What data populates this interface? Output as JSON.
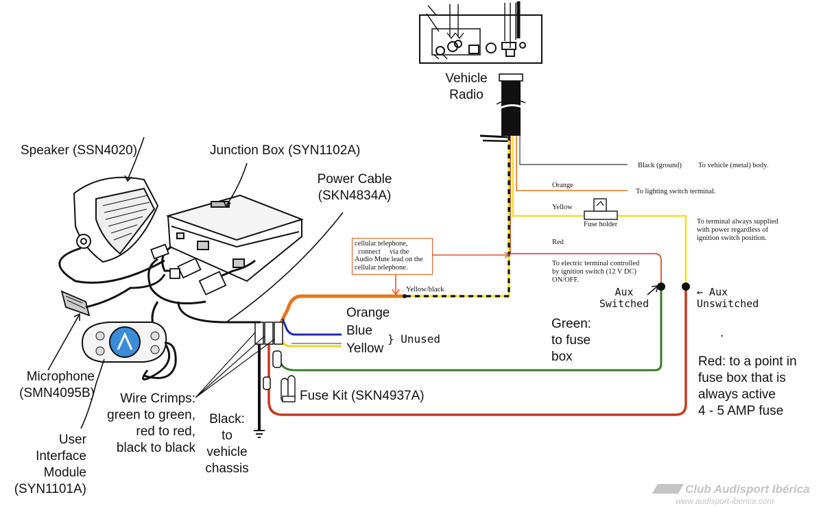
{
  "labels": {
    "vehicle_radio": [
      "Vehicle",
      "Radio"
    ],
    "speaker": "Speaker (SSN4020)",
    "junction_box": "Junction Box (SYN1102A)",
    "power_cable": [
      "Power Cable",
      "(SKN4834A)"
    ],
    "microphone": [
      "Microphone",
      "(SMN4095B)"
    ],
    "user_interface": [
      "User",
      "Interface",
      "Module",
      "(SYN1101A)"
    ],
    "wire_crimps": [
      "Wire Crimps:",
      "green to green,",
      "red to red,",
      "black to black"
    ],
    "black_chassis": [
      "Black:",
      "to",
      "vehicle",
      "chassis"
    ],
    "fuse_kit": "Fuse Kit (SKN4937A)",
    "orange": "Orange",
    "blue": "Blue",
    "yellow": "Yellow",
    "unused": "} Unused",
    "green_fuse": [
      "Green:",
      "to fuse",
      "box"
    ],
    "red_fuse": [
      "Red: to a point in",
      "fuse box that is",
      "always active",
      "4 - 5 AMP fuse"
    ],
    "aux_switched": [
      "Aux",
      "Switched"
    ],
    "aux_unswitched": [
      "← Aux",
      "Unswitched"
    ],
    "dot_mark": "."
  },
  "radio_wires": {
    "black_ground": "Black (ground)",
    "black_ground_dest": "To vehicle (metal) body.",
    "orange": "Orange",
    "orange_dest": "To lighting switch terminal.",
    "yellow": "Yellow",
    "fuse_holder": "Fuse holder",
    "yellow_dest": [
      "To terminal always supplied",
      "with power regardless of",
      "ignition switch position."
    ],
    "red": "Red",
    "red_dest": [
      "To electric terminal controlled",
      "by ignition switch (12 V DC)",
      "ON/OFF."
    ],
    "yellow_black": "Yellow/black"
  },
  "note_box": [
    "cellular telephone,",
    "  connect     via the",
    "Audio Mute lead on the",
    "cellular telephone."
  ],
  "watermark": {
    "brand": "Club Audisport Ibérica",
    "url": "www.audisport-iberica.com"
  },
  "colors": {
    "orange_wire": "#e8741c",
    "yellow_wire": "#f0e020",
    "red_wire": "#c8381c",
    "green_wire": "#3a7a2a",
    "blue_wire": "#1a2ab0",
    "black_wire": "#111111",
    "note_border": "#e8541c"
  }
}
